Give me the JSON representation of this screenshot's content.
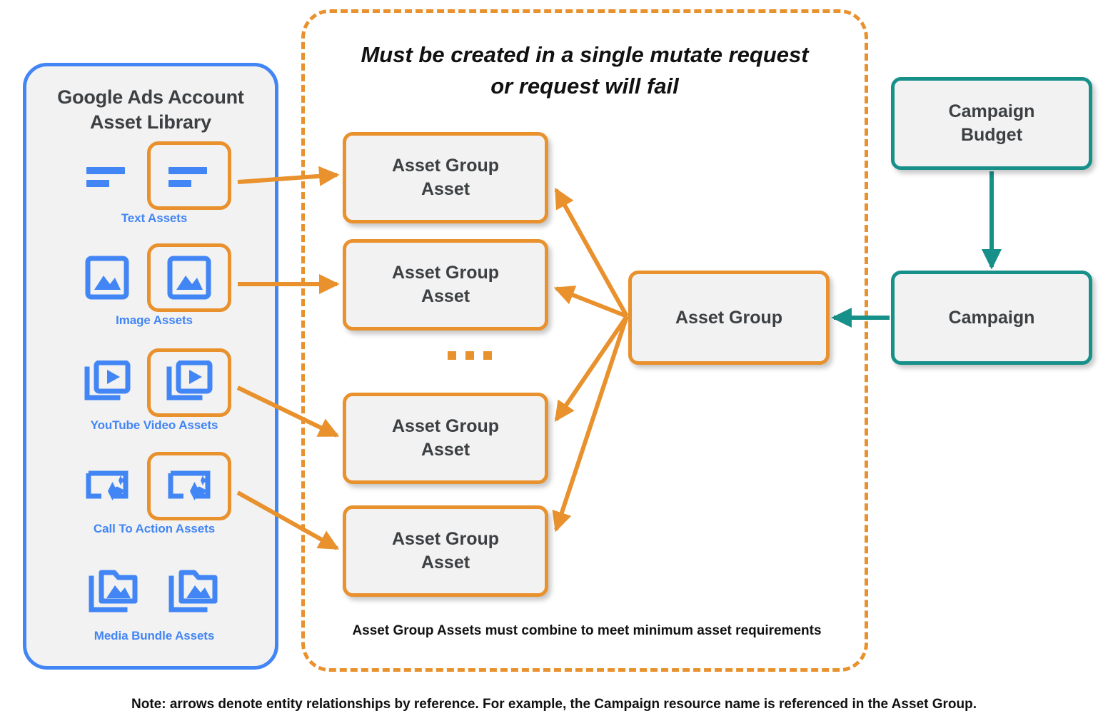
{
  "sidebar": {
    "title": "Google Ads Account\nAsset Library",
    "title_line1": "Google Ads Account",
    "title_line2": "Asset Library",
    "border_color": "#4285F4",
    "items": [
      {
        "label": "Text Assets",
        "icon": "text-asset-icon",
        "highlighted": true
      },
      {
        "label": "Image Assets",
        "icon": "image-asset-icon",
        "highlighted": true
      },
      {
        "label": "YouTube Video  Assets",
        "icon": "youtube-video-asset-icon",
        "highlighted": true
      },
      {
        "label": "Call To Action Assets",
        "icon": "call-to-action-asset-icon",
        "highlighted": true
      },
      {
        "label": "Media Bundle  Assets",
        "icon": "media-bundle-asset-icon",
        "highlighted": false
      }
    ]
  },
  "mutate_region": {
    "header_line1": "Must be created in a single mutate request",
    "header_line2": "or request will fail",
    "footer": "Asset Group Assets must combine to meet minimum asset requirements",
    "border_color": "#E8912D",
    "border_style": "dashed"
  },
  "nodes": {
    "asset_group_assets": [
      {
        "label": "Asset Group\nAsset",
        "line1": "Asset Group",
        "line2": "Asset"
      },
      {
        "label": "Asset Group\nAsset",
        "line1": "Asset Group",
        "line2": "Asset"
      },
      {
        "label": "Asset Group\nAsset",
        "line1": "Asset Group",
        "line2": "Asset"
      },
      {
        "label": "Asset Group\nAsset",
        "line1": "Asset Group",
        "line2": "Asset"
      }
    ],
    "asset_group": {
      "label": "Asset Group",
      "color": "#E8912D"
    },
    "campaign_budget": {
      "line1": "Campaign",
      "line2": "Budget",
      "color": "#169089"
    },
    "campaign": {
      "label": "Campaign",
      "color": "#169089"
    }
  },
  "ellipsis": "...",
  "footnote": "Note: arrows denote entity relationships by reference. For example, the Campaign resource name is referenced in the Asset Group.",
  "colors": {
    "orange": "#E8912D",
    "teal": "#169089",
    "blue": "#4285F4",
    "node_fill": "#F2F2F2",
    "text_dark": "#3C4043"
  }
}
